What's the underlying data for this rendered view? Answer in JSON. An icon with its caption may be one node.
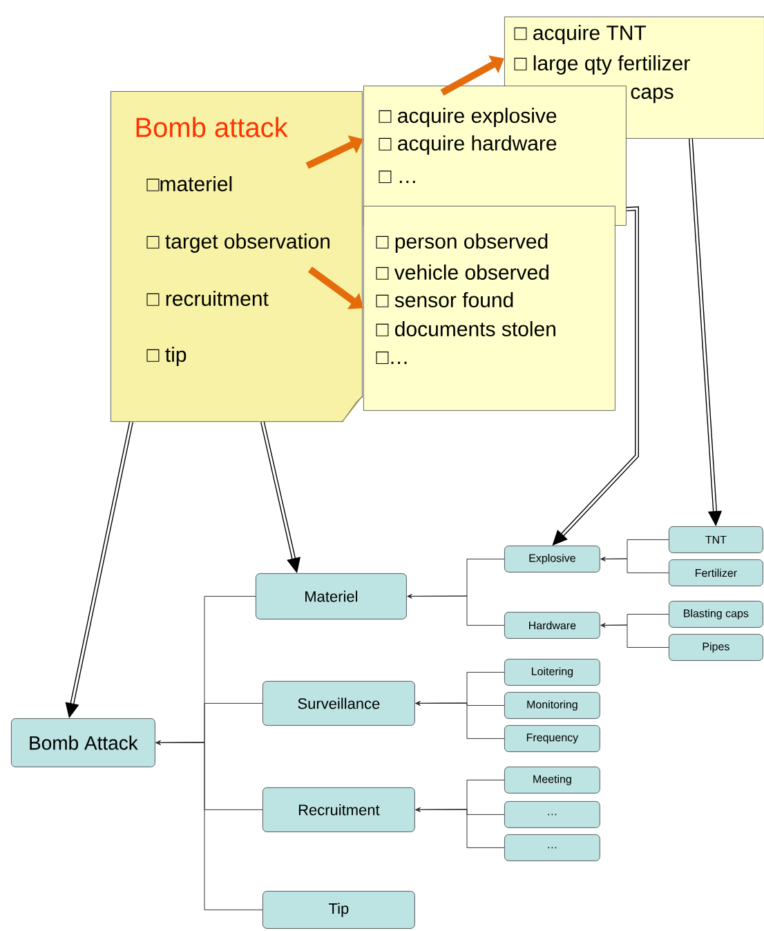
{
  "diagram": {
    "nodes": [
      {
        "text": [
          "Bomb attack",
          "□materiel",
          "□ target observation",
          "□ recruitment",
          "□ tip"
        ]
      },
      {
        "text": [
          "□ acquire explosive",
          "□ acquire hardware",
          "□ …"
        ]
      },
      {
        "text": [
          "□ person observed",
          "□ vehicle observed",
          "□ sensor found",
          "□ documents stolen",
          "□…"
        ]
      },
      {
        "text": [
          "□ acquire TNT",
          "□ large qty fertilizer",
          "caps"
        ]
      },
      {
        "text": [
          "Bomb Attack"
        ]
      },
      {
        "text": [
          "Materiel"
        ]
      },
      {
        "text": [
          "Surveillance"
        ]
      },
      {
        "text": [
          "Recruitment"
        ]
      },
      {
        "text": [
          "Tip"
        ]
      },
      {
        "text": [
          "Explosive"
        ]
      },
      {
        "text": [
          "Hardware"
        ]
      },
      {
        "text": [
          "Loitering"
        ]
      },
      {
        "text": [
          "Monitoring"
        ]
      },
      {
        "text": [
          "Frequency"
        ]
      },
      {
        "text": [
          "Meeting"
        ]
      },
      {
        "text": [
          "…"
        ]
      },
      {
        "text": [
          "…"
        ]
      },
      {
        "text": [
          "TNT"
        ]
      },
      {
        "text": [
          "Fertilizer"
        ]
      },
      {
        "text": [
          "Blasting caps"
        ]
      },
      {
        "text": [
          "Pipes"
        ]
      }
    ],
    "edges": [
      {
        "from": 0,
        "to": 1,
        "arrow": "to",
        "style": "thick",
        "color": "#e46c0a"
      },
      {
        "from": 0,
        "to": 2,
        "arrow": "to",
        "style": "thick",
        "color": "#e46c0a"
      },
      {
        "from": 1,
        "to": 3,
        "arrow": "to",
        "style": "thick",
        "color": "#e46c0a"
      },
      {
        "from": 0,
        "to": 4,
        "arrow": "to",
        "style": "thick"
      },
      {
        "from": 0,
        "to": 5,
        "arrow": "to",
        "style": "thick"
      },
      {
        "from": 1,
        "to": 9,
        "arrow": "to",
        "style": "thick"
      },
      {
        "from": 3,
        "to": 17,
        "arrow": "to",
        "style": "thick"
      },
      {
        "from": 5,
        "to": 4,
        "arrow": "to"
      },
      {
        "from": 6,
        "to": 4,
        "arrow": "to"
      },
      {
        "from": 7,
        "to": 4,
        "arrow": "to"
      },
      {
        "from": 8,
        "to": 4,
        "arrow": "to"
      },
      {
        "from": 9,
        "to": 5,
        "arrow": "to"
      },
      {
        "from": 10,
        "to": 5,
        "arrow": "to"
      },
      {
        "from": 11,
        "to": 6,
        "arrow": "to"
      },
      {
        "from": 12,
        "to": 6,
        "arrow": "to"
      },
      {
        "from": 13,
        "to": 6,
        "arrow": "to"
      },
      {
        "from": 14,
        "to": 7,
        "arrow": "to"
      },
      {
        "from": 15,
        "to": 7,
        "arrow": "to"
      },
      {
        "from": 16,
        "to": 7,
        "arrow": "to"
      },
      {
        "from": 17,
        "to": 9,
        "arrow": "to"
      },
      {
        "from": 18,
        "to": 9,
        "arrow": "to"
      },
      {
        "from": 19,
        "to": 10,
        "arrow": "to"
      },
      {
        "from": 20,
        "to": 10,
        "arrow": "to"
      }
    ]
  }
}
